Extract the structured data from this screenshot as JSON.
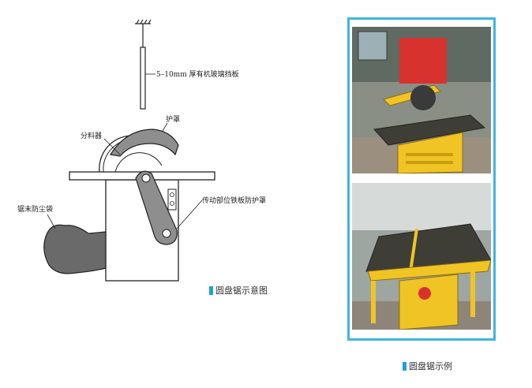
{
  "schematic": {
    "label_glass_guard": "5–10mm 厚有机玻璃挡板",
    "label_guard": "护罩",
    "label_splitter": "分料器",
    "label_drive_guard": "传动部位铁板防护罩",
    "label_dust_bag": "锯末防尘袋",
    "caption": "圆盘锯示意图"
  },
  "photos": {
    "caption": "圆盘锯示例"
  },
  "colors": {
    "frame_border": "#3fb5e0",
    "caption_mark": "#1ea0d8",
    "machine_yellow": "#f0c424",
    "table_top": "#3e3e36",
    "dust_bag": "#6a6a6a",
    "red_panel": "#d8322e"
  }
}
